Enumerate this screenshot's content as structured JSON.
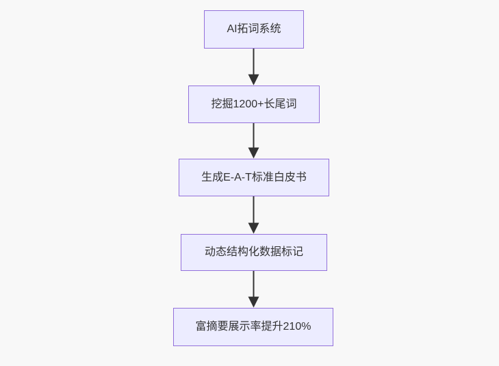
{
  "diagram": {
    "type": "flowchart",
    "direction": "top-down",
    "background_color": "#f8f8f8",
    "node_fill_color": "#ECECFF",
    "node_border_color": "#9370DB",
    "text_color": "#333333",
    "arrow_color": "#333333",
    "nodes": [
      {
        "label": "AI拓词系统"
      },
      {
        "label": "挖掘1200+长尾词"
      },
      {
        "label": "生成E-A-T标准白皮书"
      },
      {
        "label": "动态结构化数据标记"
      },
      {
        "label": "富摘要展示率提升210%"
      }
    ],
    "edges": [
      {
        "from": 0,
        "to": 1
      },
      {
        "from": 1,
        "to": 2
      },
      {
        "from": 2,
        "to": 3
      },
      {
        "from": 3,
        "to": 4
      }
    ]
  }
}
